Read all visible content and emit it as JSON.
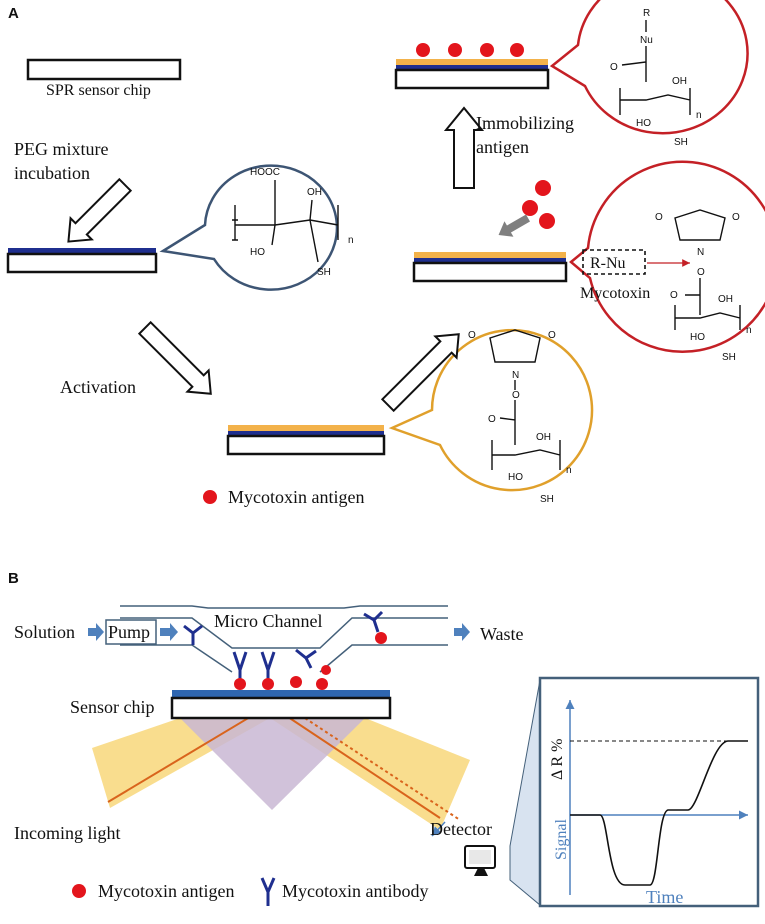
{
  "panels": {
    "a": {
      "letter": "A",
      "labels": {
        "chip": "SPR sensor chip",
        "peg_line1": "PEG mixture",
        "peg_line2": "incubation",
        "activation": "Activation",
        "immob_line1": "Immobilizing",
        "immob_line2": "antigen",
        "mycotoxin": "Mycotoxin",
        "rnu_box": "R-Nu",
        "legend": "Mycotoxin antigen"
      },
      "chem": {
        "hooc": "HOOC",
        "oh": "OH",
        "ho": "HO",
        "sh": "SH",
        "n": "n",
        "o": "O",
        "N": "N",
        "r": "R",
        "nu": "Nu"
      },
      "colors": {
        "blue": "#1f2f8f",
        "orange": "#f3b24a",
        "red": "#e3151c",
        "bubble_blue": "#3d5574",
        "bubble_orange": "#e0a02b",
        "bubble_red": "#c42026"
      }
    },
    "b": {
      "letter": "B",
      "labels": {
        "solution": "Solution",
        "pump": "Pump",
        "micro_channel": "Micro Channel",
        "waste": "Waste",
        "sensor_chip": "Sensor chip",
        "incoming_light": "Incoming light",
        "detector": "Detector",
        "legend_antigen": "Mycotoxin antigen",
        "legend_antibody": "Mycotoxin antibody",
        "signal": "Signal",
        "time": "Time",
        "delta_r": "Δ R %"
      },
      "colors": {
        "arrow_blue": "#4f81bd",
        "light_yellow": "#f8d77a",
        "prism_purple": "#c9b7d4",
        "beam_orange": "#d9641c",
        "graph_frame": "#44607a",
        "graph_axis": "#4f81bd"
      }
    }
  }
}
